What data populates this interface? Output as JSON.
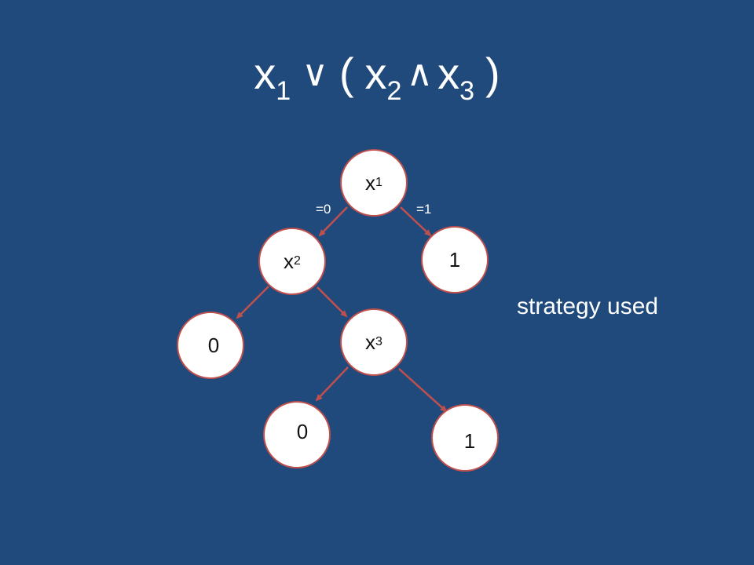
{
  "title": {
    "x1_base": "x",
    "x1_sub": "1",
    "or_op": "∨",
    "open_paren": "(",
    "x2_base": "x",
    "x2_sub": "2",
    "and_op": "∧",
    "x3_base": "x",
    "x3_sub": "3",
    "close_paren": ")"
  },
  "nodes": [
    {
      "id": "root",
      "base": "x",
      "sub": "1"
    },
    {
      "id": "x2",
      "base": "x",
      "sub": "2"
    },
    {
      "id": "leaf-1-top",
      "base": "1",
      "sub": ""
    },
    {
      "id": "leaf-0-left",
      "base": "0",
      "sub": ""
    },
    {
      "id": "x3",
      "base": "x",
      "sub": "3"
    },
    {
      "id": "leaf-0-bottom",
      "base": "0",
      "sub": ""
    },
    {
      "id": "leaf-1-bottom",
      "base": "1",
      "sub": ""
    }
  ],
  "edge_labels": {
    "left": "=0",
    "right": "=1"
  },
  "side_note": "strategy used",
  "colors": {
    "background": "#214a7c",
    "node_fill": "#ffffff",
    "node_stroke": "#c0504d",
    "edge": "#c0504d",
    "text_light": "#ffffff",
    "text_dark": "#111111"
  }
}
